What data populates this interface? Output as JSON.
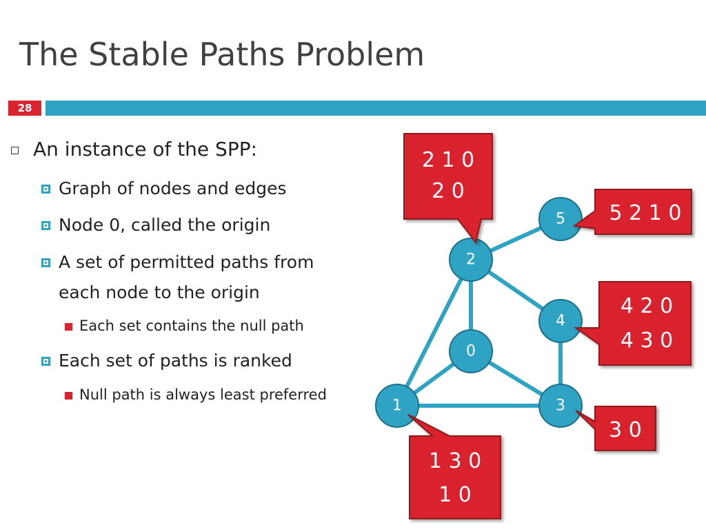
{
  "slide": {
    "title": "The Stable Paths Problem",
    "number": "28"
  },
  "bullets": {
    "l1": "An instance of the SPP:",
    "graph": "Graph of nodes and edges",
    "node0": "Node 0, called the origin",
    "permitted_line1": "A set of permitted paths from",
    "permitted_line2": "each node to the origin",
    "null_path": "Each set contains the null path",
    "ranked": "Each set of paths is ranked",
    "least": "Null path is always least preferred"
  },
  "graph": {
    "nodes": [
      "0",
      "1",
      "2",
      "3",
      "4",
      "5"
    ],
    "edges": [
      [
        "2",
        "5"
      ],
      [
        "2",
        "4"
      ],
      [
        "2",
        "0"
      ],
      [
        "2",
        "1"
      ],
      [
        "1",
        "0"
      ],
      [
        "1",
        "3"
      ],
      [
        "0",
        "3"
      ],
      [
        "4",
        "3"
      ]
    ],
    "paths": {
      "node2": [
        "2 1 0",
        "2 0"
      ],
      "node5": [
        "5 2 1 0"
      ],
      "node4": [
        "4 2 0",
        "4 3 0"
      ],
      "node3": [
        "3 0"
      ],
      "node1": [
        "1 3 0",
        "1 0"
      ]
    }
  },
  "colors": {
    "accent_blue": "#2ea3c3",
    "callout_red": "#d9232e",
    "title_gray": "#404040"
  }
}
